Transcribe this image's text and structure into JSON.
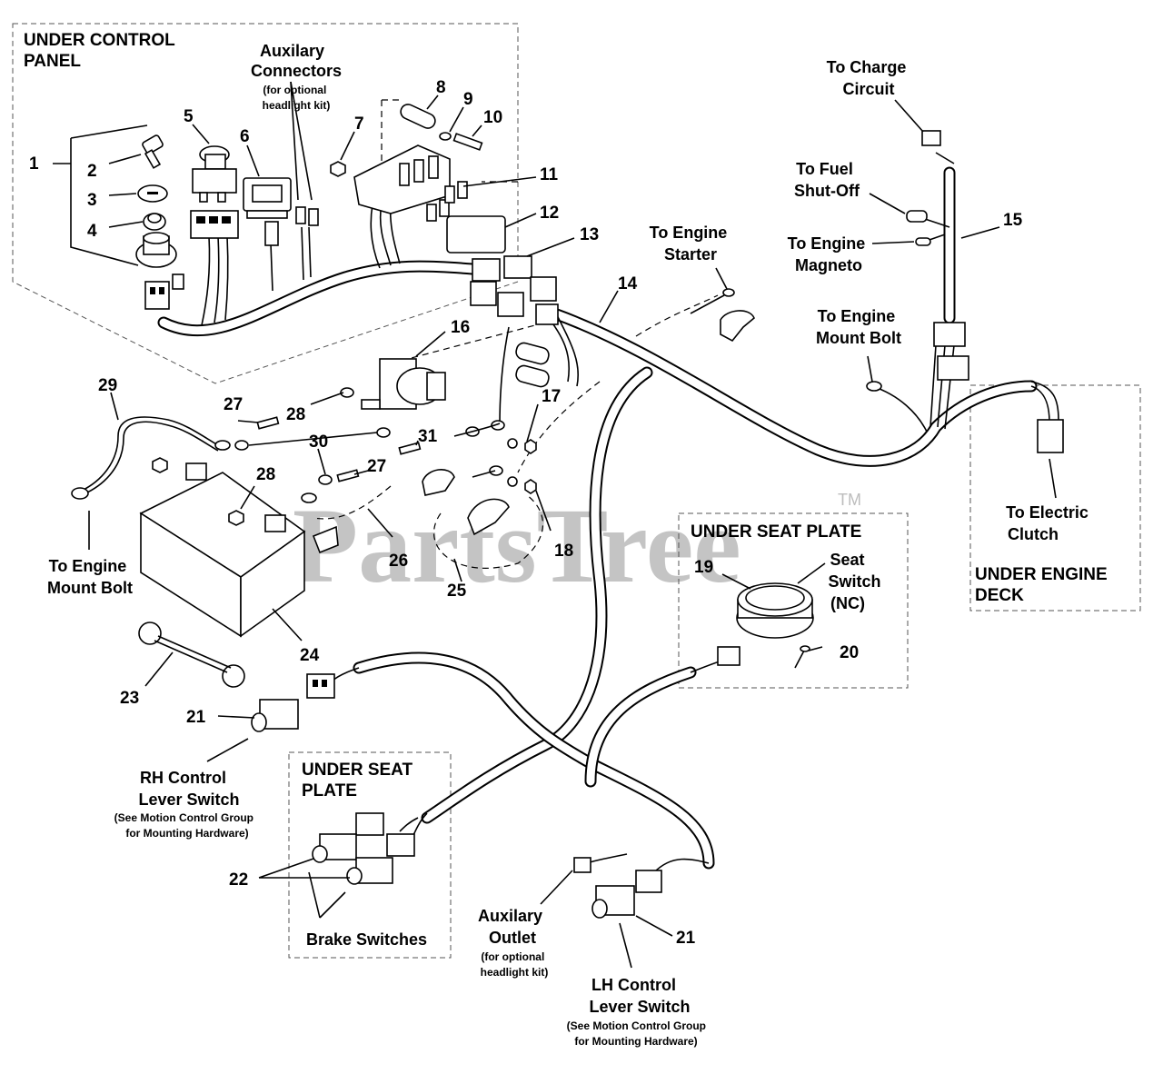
{
  "watermark": "PartsTree",
  "trademark": "TM",
  "sections": {
    "control_panel": [
      "UNDER CONTROL",
      "PANEL"
    ],
    "seat_plate_right": "UNDER SEAT PLATE",
    "seat_plate_lower": [
      "UNDER SEAT",
      "PLATE"
    ],
    "engine_deck": [
      "UNDER ENGINE",
      "DECK"
    ]
  },
  "labels": {
    "aux_connectors": [
      "Auxilary",
      "Connectors"
    ],
    "aux_connectors_note": [
      "(for optional",
      "headlight kit)"
    ],
    "charge_circuit": [
      "To Charge",
      "Circuit"
    ],
    "fuel_shutoff": [
      "To Fuel",
      "Shut-Off"
    ],
    "engine_magneto": [
      "To Engine",
      "Magneto"
    ],
    "engine_starter": [
      "To Engine",
      "Starter"
    ],
    "engine_mount_bolt_right": [
      "To Engine",
      "Mount Bolt"
    ],
    "engine_mount_bolt_left": [
      "To Engine",
      "Mount Bolt"
    ],
    "electric_clutch": [
      "To Electric",
      "Clutch"
    ],
    "seat_switch": [
      "Seat",
      "Switch",
      "(NC)"
    ],
    "rh_lever": [
      "RH Control",
      "Lever Switch"
    ],
    "rh_lever_note": [
      "(See Motion Control Group",
      "for Mounting Hardware)"
    ],
    "brake_switches": "Brake Switches",
    "aux_outlet": [
      "Auxilary",
      "Outlet"
    ],
    "aux_outlet_note": [
      "(for optional",
      "headlight kit)"
    ],
    "lh_lever": [
      "LH Control",
      "Lever Switch"
    ],
    "lh_lever_note": [
      "(See Motion Control Group",
      "for Mounting Hardware)"
    ]
  },
  "callouts": [
    "1",
    "2",
    "3",
    "4",
    "5",
    "6",
    "7",
    "8",
    "9",
    "10",
    "11",
    "12",
    "13",
    "14",
    "15",
    "16",
    "17",
    "18",
    "19",
    "20",
    "21",
    "21",
    "22",
    "23",
    "24",
    "25",
    "26",
    "27",
    "27",
    "28",
    "28",
    "29",
    "30",
    "31"
  ]
}
